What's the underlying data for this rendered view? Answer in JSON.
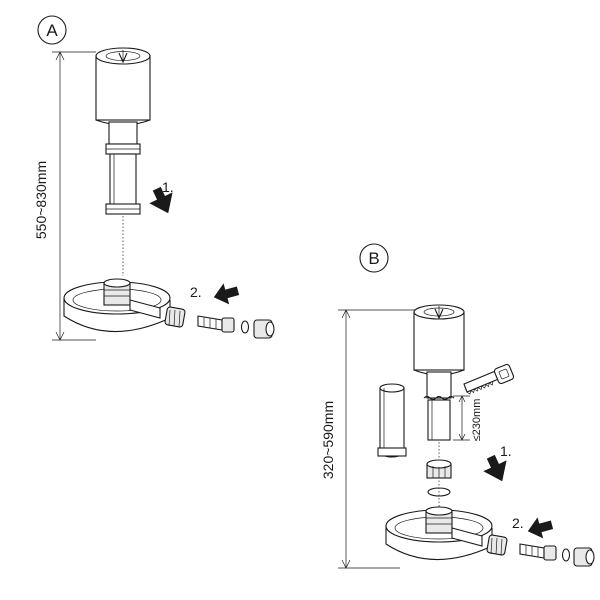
{
  "panel_a": {
    "label": "A",
    "dimension": "550~830mm",
    "step1": "1.",
    "step2": "2."
  },
  "panel_b": {
    "label": "B",
    "dimension": "320~590mm",
    "cut_length": "≤230mm",
    "step1": "1.",
    "step2": "2."
  },
  "colors": {
    "line": "#1a1a1a",
    "background": "#ffffff"
  }
}
